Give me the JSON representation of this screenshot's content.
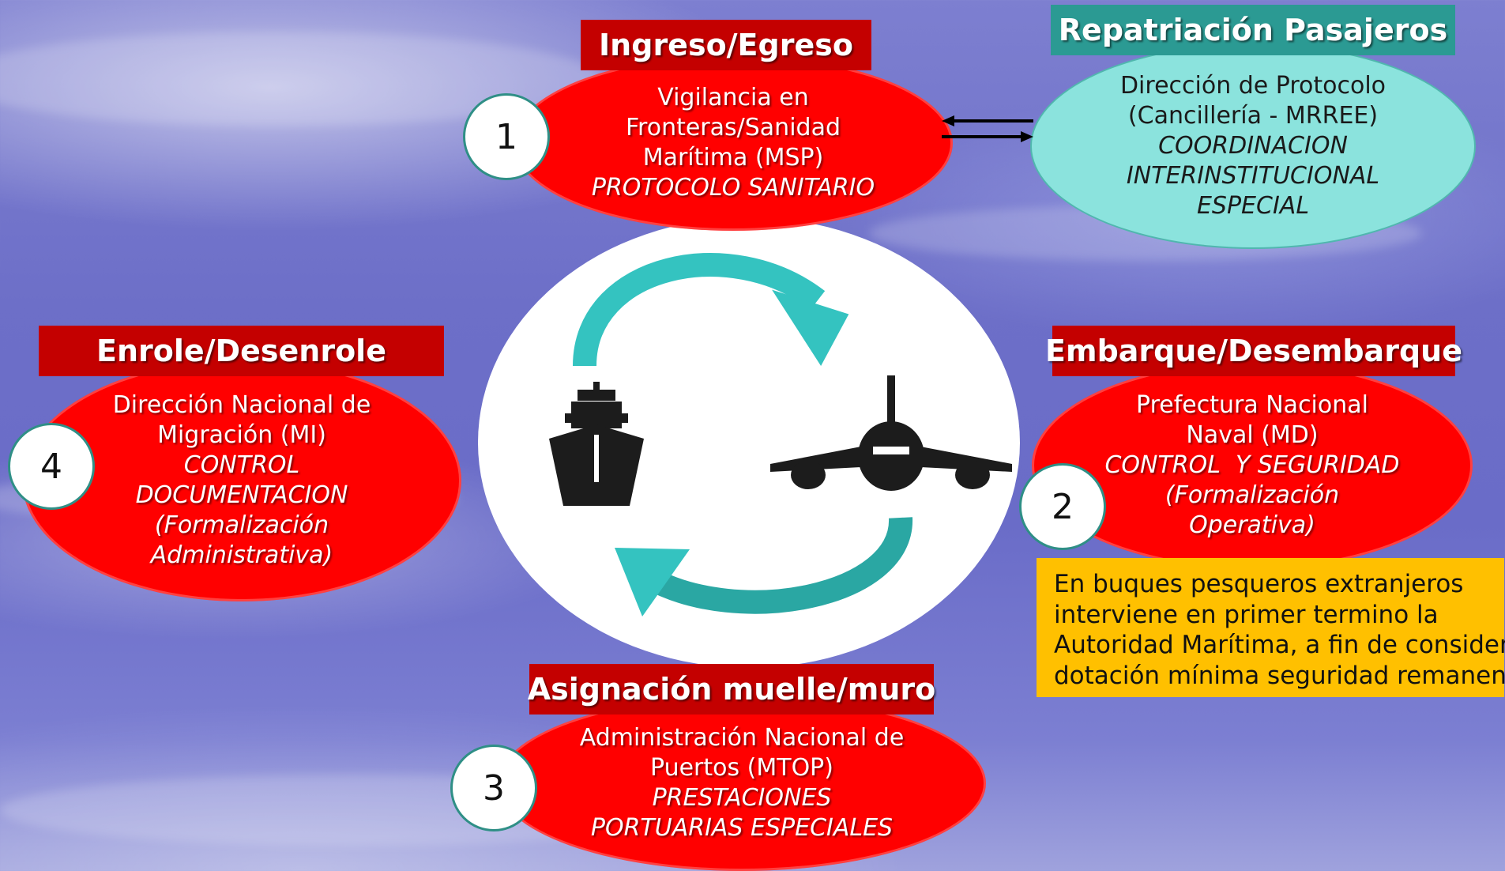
{
  "nodes": {
    "ingreso": {
      "number": "1",
      "header": "Ingreso/Egreso",
      "lines": [
        "Vigilancia en",
        "Fronteras/Sanidad",
        "Marítima (MSP)"
      ],
      "italic_lines": [
        "PROTOCOLO SANITARIO"
      ]
    },
    "repatriacion": {
      "header": "Repatriación Pasajeros",
      "lines": [
        "Dirección de Protocolo",
        "(Cancillería - MRREE)"
      ],
      "italic_lines": [
        "COORDINACION",
        "INTERINSTITUCIONAL",
        "ESPECIAL"
      ]
    },
    "enrole": {
      "number": "4",
      "header": "Enrole/Desenrole",
      "lines": [
        "Dirección Nacional de",
        "Migración (MI)"
      ],
      "italic_lines": [
        "CONTROL",
        "DOCUMENTACION",
        "(Formalización",
        "Administrativa)"
      ]
    },
    "embarque": {
      "number": "2",
      "header": "Embarque/Desembarque",
      "lines": [
        "Prefectura Nacional",
        "Naval (MD)"
      ],
      "italic_lines": [
        "CONTROL  Y SEGURIDAD",
        "(Formalización",
        "Operativa)"
      ]
    },
    "asignacion": {
      "number": "3",
      "header": "Asignación muelle/muro",
      "lines": [
        "Administración Nacional de",
        "Puertos (MTOP)"
      ],
      "italic_lines": [
        "PRESTACIONES",
        "PORTUARIAS ESPECIALES"
      ]
    }
  },
  "note": {
    "lines": [
      "En buques pesqueros extranjeros",
      "interviene en primer termino la",
      "Autoridad Marítima, a fin de considerar",
      "dotación mínima seguridad remanente"
    ]
  },
  "icons": {
    "ship": "ship-icon",
    "plane": "airplane-icon",
    "cycle_arrows": "cycle-arrow-icon"
  },
  "colors": {
    "header_red": "#c40000",
    "ellipse_red": "#ff0000",
    "header_teal": "#2b9a93",
    "ellipse_aqua": "#8be3dd",
    "arrow_teal": "#34c3c0",
    "note_yellow": "#ffc000"
  }
}
